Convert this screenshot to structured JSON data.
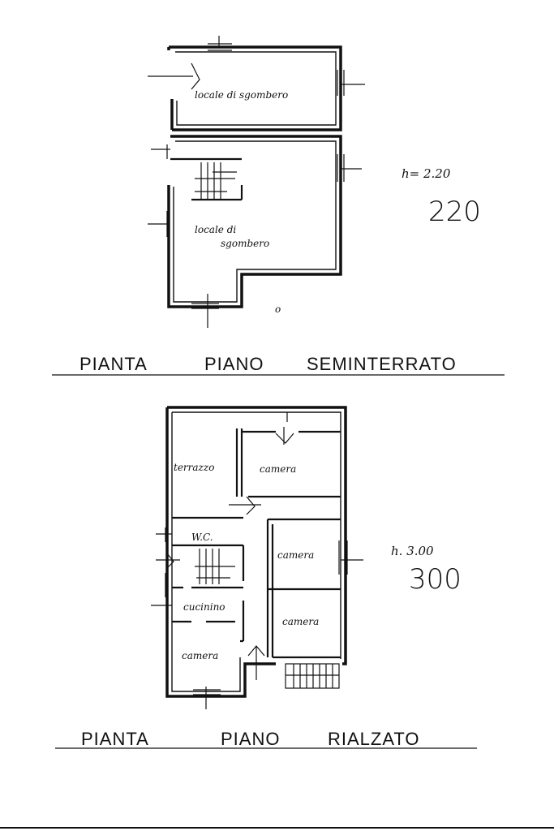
{
  "basement": {
    "rooms": [
      "locale di sgombero",
      "locale di",
      "sgombero"
    ],
    "height_small": "h= 2.20",
    "height_big": "220",
    "title": [
      "PIANTA",
      "PIANO",
      "SEMINTERRATO"
    ]
  },
  "ground": {
    "rooms": {
      "terrazzo": "terrazzo",
      "camera_top": "camera",
      "wc": "W.C.",
      "camera_mid": "camera",
      "cucinino": "cucinino",
      "camera_right": "camera",
      "camera_bottom": "camera"
    },
    "height_small": "h. 3.00",
    "height_big": "300",
    "title": [
      "PIANTA",
      "PIANO",
      "RIALZATO"
    ]
  },
  "marker": "o"
}
